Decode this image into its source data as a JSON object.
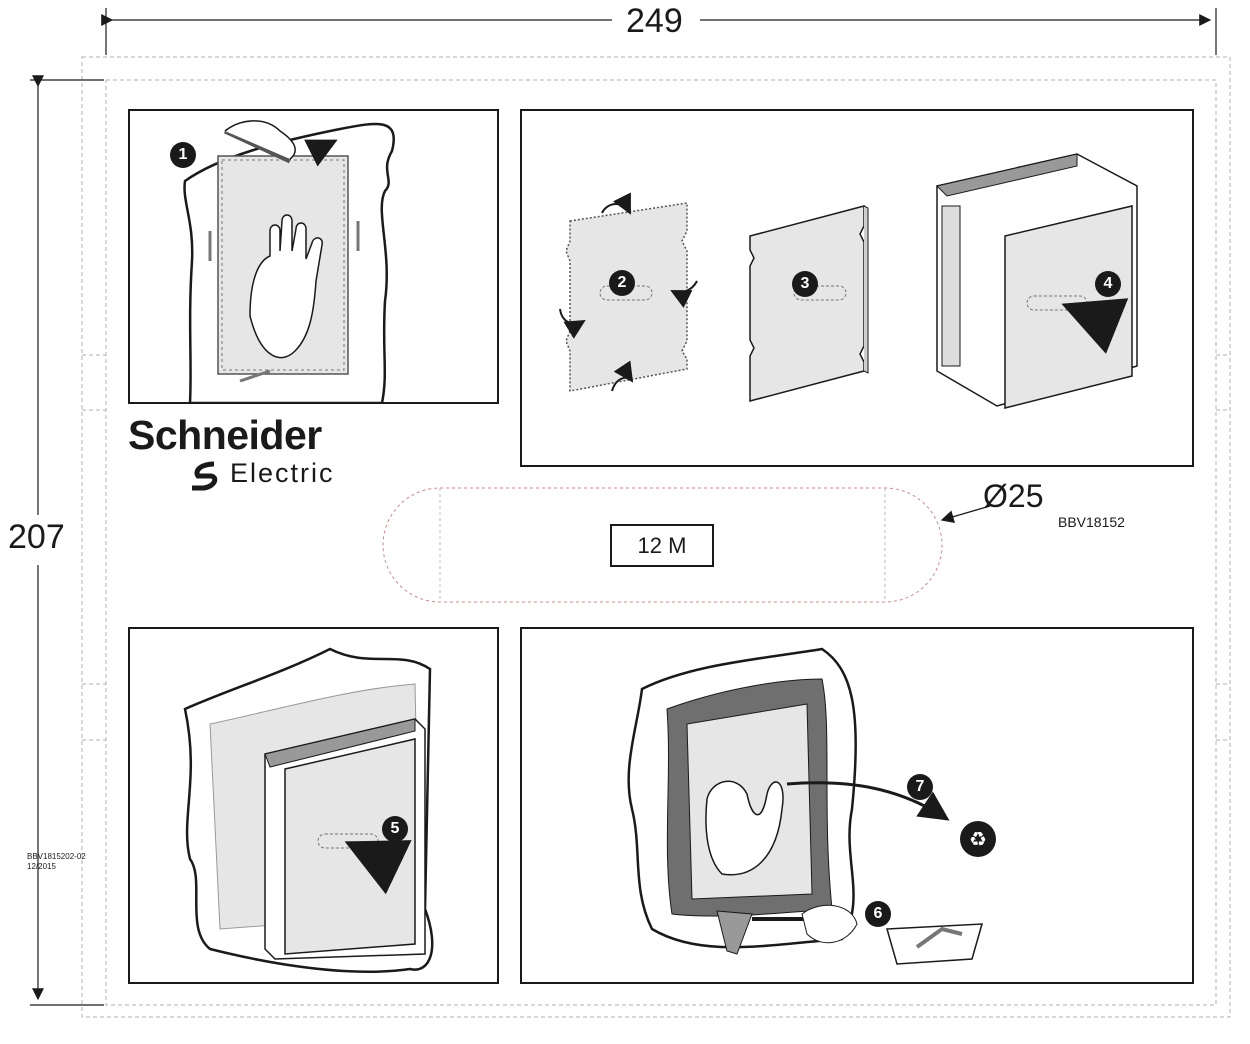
{
  "dimensions": {
    "width_label": "249",
    "height_label": "207"
  },
  "brand": {
    "name": "Schneider",
    "sub": "Electric",
    "logo": "schneider-electric-logo"
  },
  "cutout": {
    "module_label": "12 M",
    "diameter_label": "Ø25",
    "part_number": "BBV18152"
  },
  "document": {
    "reference": "BBV1815202-02",
    "date": "12/2015"
  },
  "steps": [
    {
      "number": "1",
      "icon": "hand-marking-template-icon"
    },
    {
      "number": "2",
      "icon": "fold-template-icon"
    },
    {
      "number": "3",
      "icon": "template-sheet-icon"
    },
    {
      "number": "4",
      "icon": "place-in-box-icon"
    },
    {
      "number": "5",
      "icon": "box-in-wall-icon"
    },
    {
      "number": "6",
      "icon": "trowel-plaster-icon"
    },
    {
      "number": "7",
      "icon": "remove-sheet-icon"
    }
  ],
  "recycle": {
    "icon": "recycle-bin-icon"
  },
  "colors": {
    "line": "#1a1a1a",
    "sheet_fill": "#e6e6e6",
    "plaster": "#6f6f6f",
    "dashed": "#b0b0b0",
    "cutout_dashed": "#c98a8a"
  }
}
